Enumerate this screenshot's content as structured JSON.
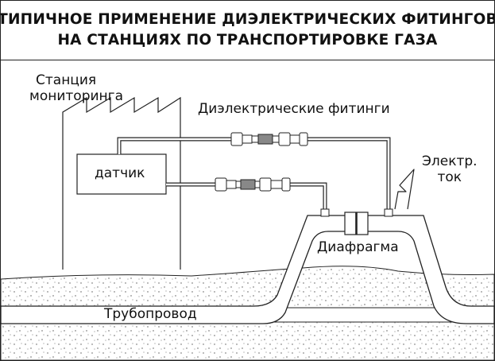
{
  "title": {
    "line1": "ТИПИЧНОЕ ПРИМЕНЕНИЕ ДИЭЛЕКТРИЧЕСКИХ ФИТИНГОВ",
    "line2": "НА СТАНЦИЯХ ПО ТРАНСПОРТИРОВКЕ ГАЗА"
  },
  "labels": {
    "station_line1": "Станция",
    "station_line2": "мониторинга",
    "fittings": "Диэлектрические фитинги",
    "sensor": "датчик",
    "current_line1": "Электр.",
    "current_line2": "ток",
    "diaphragm": "Диафрагма",
    "pipeline": "Трубопровод"
  },
  "colors": {
    "line": "#222222",
    "fill": "#ffffff",
    "ground_dots": "#555555"
  }
}
